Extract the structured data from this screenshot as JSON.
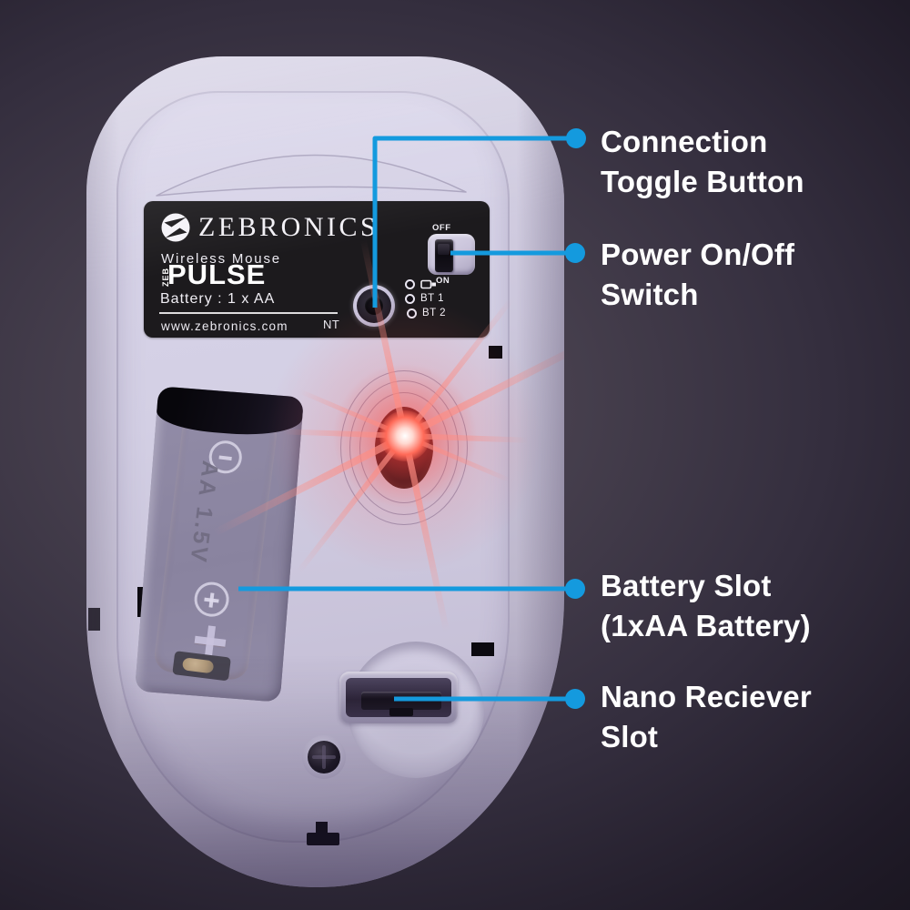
{
  "image_type": "product-feature-callout-photo",
  "product": "wireless-mouse-bottom-view",
  "colors": {
    "accent_blue": "#149ade",
    "label_bg": "#1c1a1d",
    "body_lavender": "#ccc7dc",
    "sensor_red": "#ff4638",
    "battery_copper": "#d9a892",
    "background_dark": "#201b28"
  },
  "annotations": [
    {
      "id": "connection-toggle-button",
      "lines": [
        "Connection",
        "Toggle Button"
      ]
    },
    {
      "id": "power-on-off-switch",
      "lines": [
        "Power On/Off",
        "Switch"
      ]
    },
    {
      "id": "battery-slot",
      "lines": [
        "Battery Slot",
        "(1xAA Battery)"
      ]
    },
    {
      "id": "nano-receiver-slot",
      "lines": [
        "Nano Reciever",
        "Slot"
      ]
    }
  ],
  "device_label": {
    "brand": "ZEBRONICS",
    "product_type": "Wireless Mouse",
    "series_prefix": "ZEB",
    "series_name": "PULSE",
    "battery_spec": "Battery : 1 x AA",
    "website": "www.zebronics.com",
    "code": "NT",
    "switch_off": "OFF",
    "switch_on": "ON",
    "indicators": [
      {
        "id": "dongle",
        "icon": "usb-dongle-icon",
        "label": ""
      },
      {
        "id": "bt1",
        "label": "BT 1"
      },
      {
        "id": "bt2",
        "label": "BT 2"
      }
    ]
  },
  "battery": {
    "marking": "AA 1.5V"
  }
}
